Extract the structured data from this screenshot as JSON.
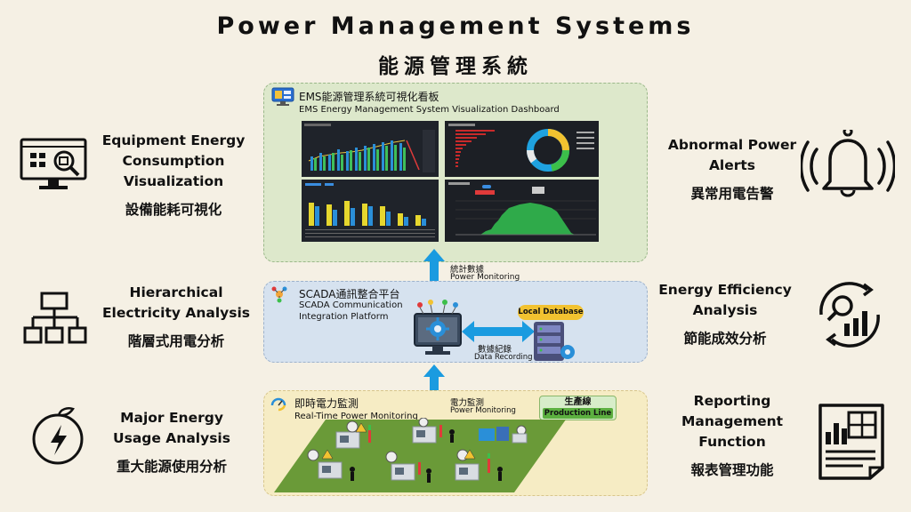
{
  "title": {
    "en": "Power Management Systems",
    "zh": "能源管理系統"
  },
  "features": {
    "equipment": {
      "en": [
        "Equipment Energy",
        "Consumption",
        "Visualization"
      ],
      "zh": "設備能耗可視化",
      "icon": "monitor-analytics-icon"
    },
    "hierarchical": {
      "en": [
        "Hierarchical",
        "Electricity Analysis"
      ],
      "zh": "階層式用電分析",
      "icon": "hierarchy-icon"
    },
    "major": {
      "en": [
        "Major Energy",
        "Usage Analysis"
      ],
      "zh": "重大能源使用分析",
      "icon": "lightning-fruit-icon"
    },
    "alerts": {
      "en": [
        "Abnormal Power",
        "Alerts"
      ],
      "zh": "異常用電告警",
      "icon": "bell-alert-icon"
    },
    "efficiency": {
      "en": [
        "Energy Efficiency",
        "Analysis"
      ],
      "zh": "節能成效分析",
      "icon": "magnifier-chart-icon"
    },
    "reporting": {
      "en": [
        "Reporting",
        "Management",
        "Function"
      ],
      "zh": "報表管理功能",
      "icon": "report-document-icon"
    }
  },
  "ems": {
    "zh": "EMS能源管理系統可視化看板",
    "en": "EMS Energy Management System Visualization Dashboard"
  },
  "arrow_top": {
    "zh": "統計數據",
    "en": "Power Monitoring"
  },
  "scada": {
    "zh": "SCADA通訊整合平台",
    "en1": "SCADA Communication",
    "en2": "Integration Platform",
    "local_db": "Local Database",
    "record_zh": "數據紀錄",
    "record_en": "Data Recording"
  },
  "realtime": {
    "zh": "即時電力監測",
    "en": "Real-Time Power Monitoring",
    "monitor_zh": "電力監測",
    "monitor_en": "Power Monitoring",
    "line_zh": "生產線",
    "line_en": "Production Line"
  },
  "colors": {
    "background": "#f5f0e4",
    "ems_panel": "#dde8cb",
    "scada_panel": "#d6e2ef",
    "rt_panel": "#f6ecc4",
    "arrow": "#1a9be0",
    "floor": "#6a9a38"
  }
}
